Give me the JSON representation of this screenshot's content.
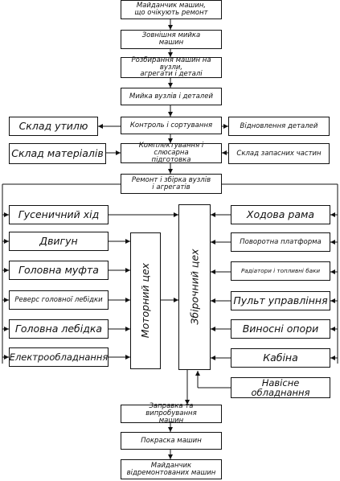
{
  "diagram": {
    "flow": {
      "collection_site": "Майданчик машин,\nщо очікують ремонт",
      "external_wash": "Зовнішня мийка\nмашин",
      "disassembly": "Розбирання машин на вузли,\nагрегати і деталі",
      "parts_wash": "Мийка вузлів і деталей",
      "inspection": "Контроль і сортування",
      "kitting": "Комплектування і слюсарна\nпідготовка",
      "repair_assembly": "Ремонт і збірка вузлів\nі агрегатів",
      "refuel_test": "Заправка та випробування\nмашин",
      "painting": "Покраска машин",
      "repaired_site": "Майданчик\nвідремонтованих машин"
    },
    "side": {
      "scrap_store": "Склад утилю",
      "parts_restoration": "Відновлення деталей",
      "materials_store": "Склад матеріалів",
      "spare_parts_store": "Склад запасних частин"
    },
    "left_units": [
      "Гусеничний хід",
      "Двигун",
      "Головна муфта",
      "Реверс головної лебідки",
      "Головна лебідка",
      "Електрообладнання"
    ],
    "right_units": [
      "Ходова рама",
      "Поворотна платформа",
      "Радіатори і топливні баки",
      "Пульт управління",
      "Виносні опори",
      "Кабіна",
      "Навісне обладнання"
    ],
    "shops": {
      "motor": "Моторний цех",
      "assembly": "Збірочний цех"
    }
  }
}
